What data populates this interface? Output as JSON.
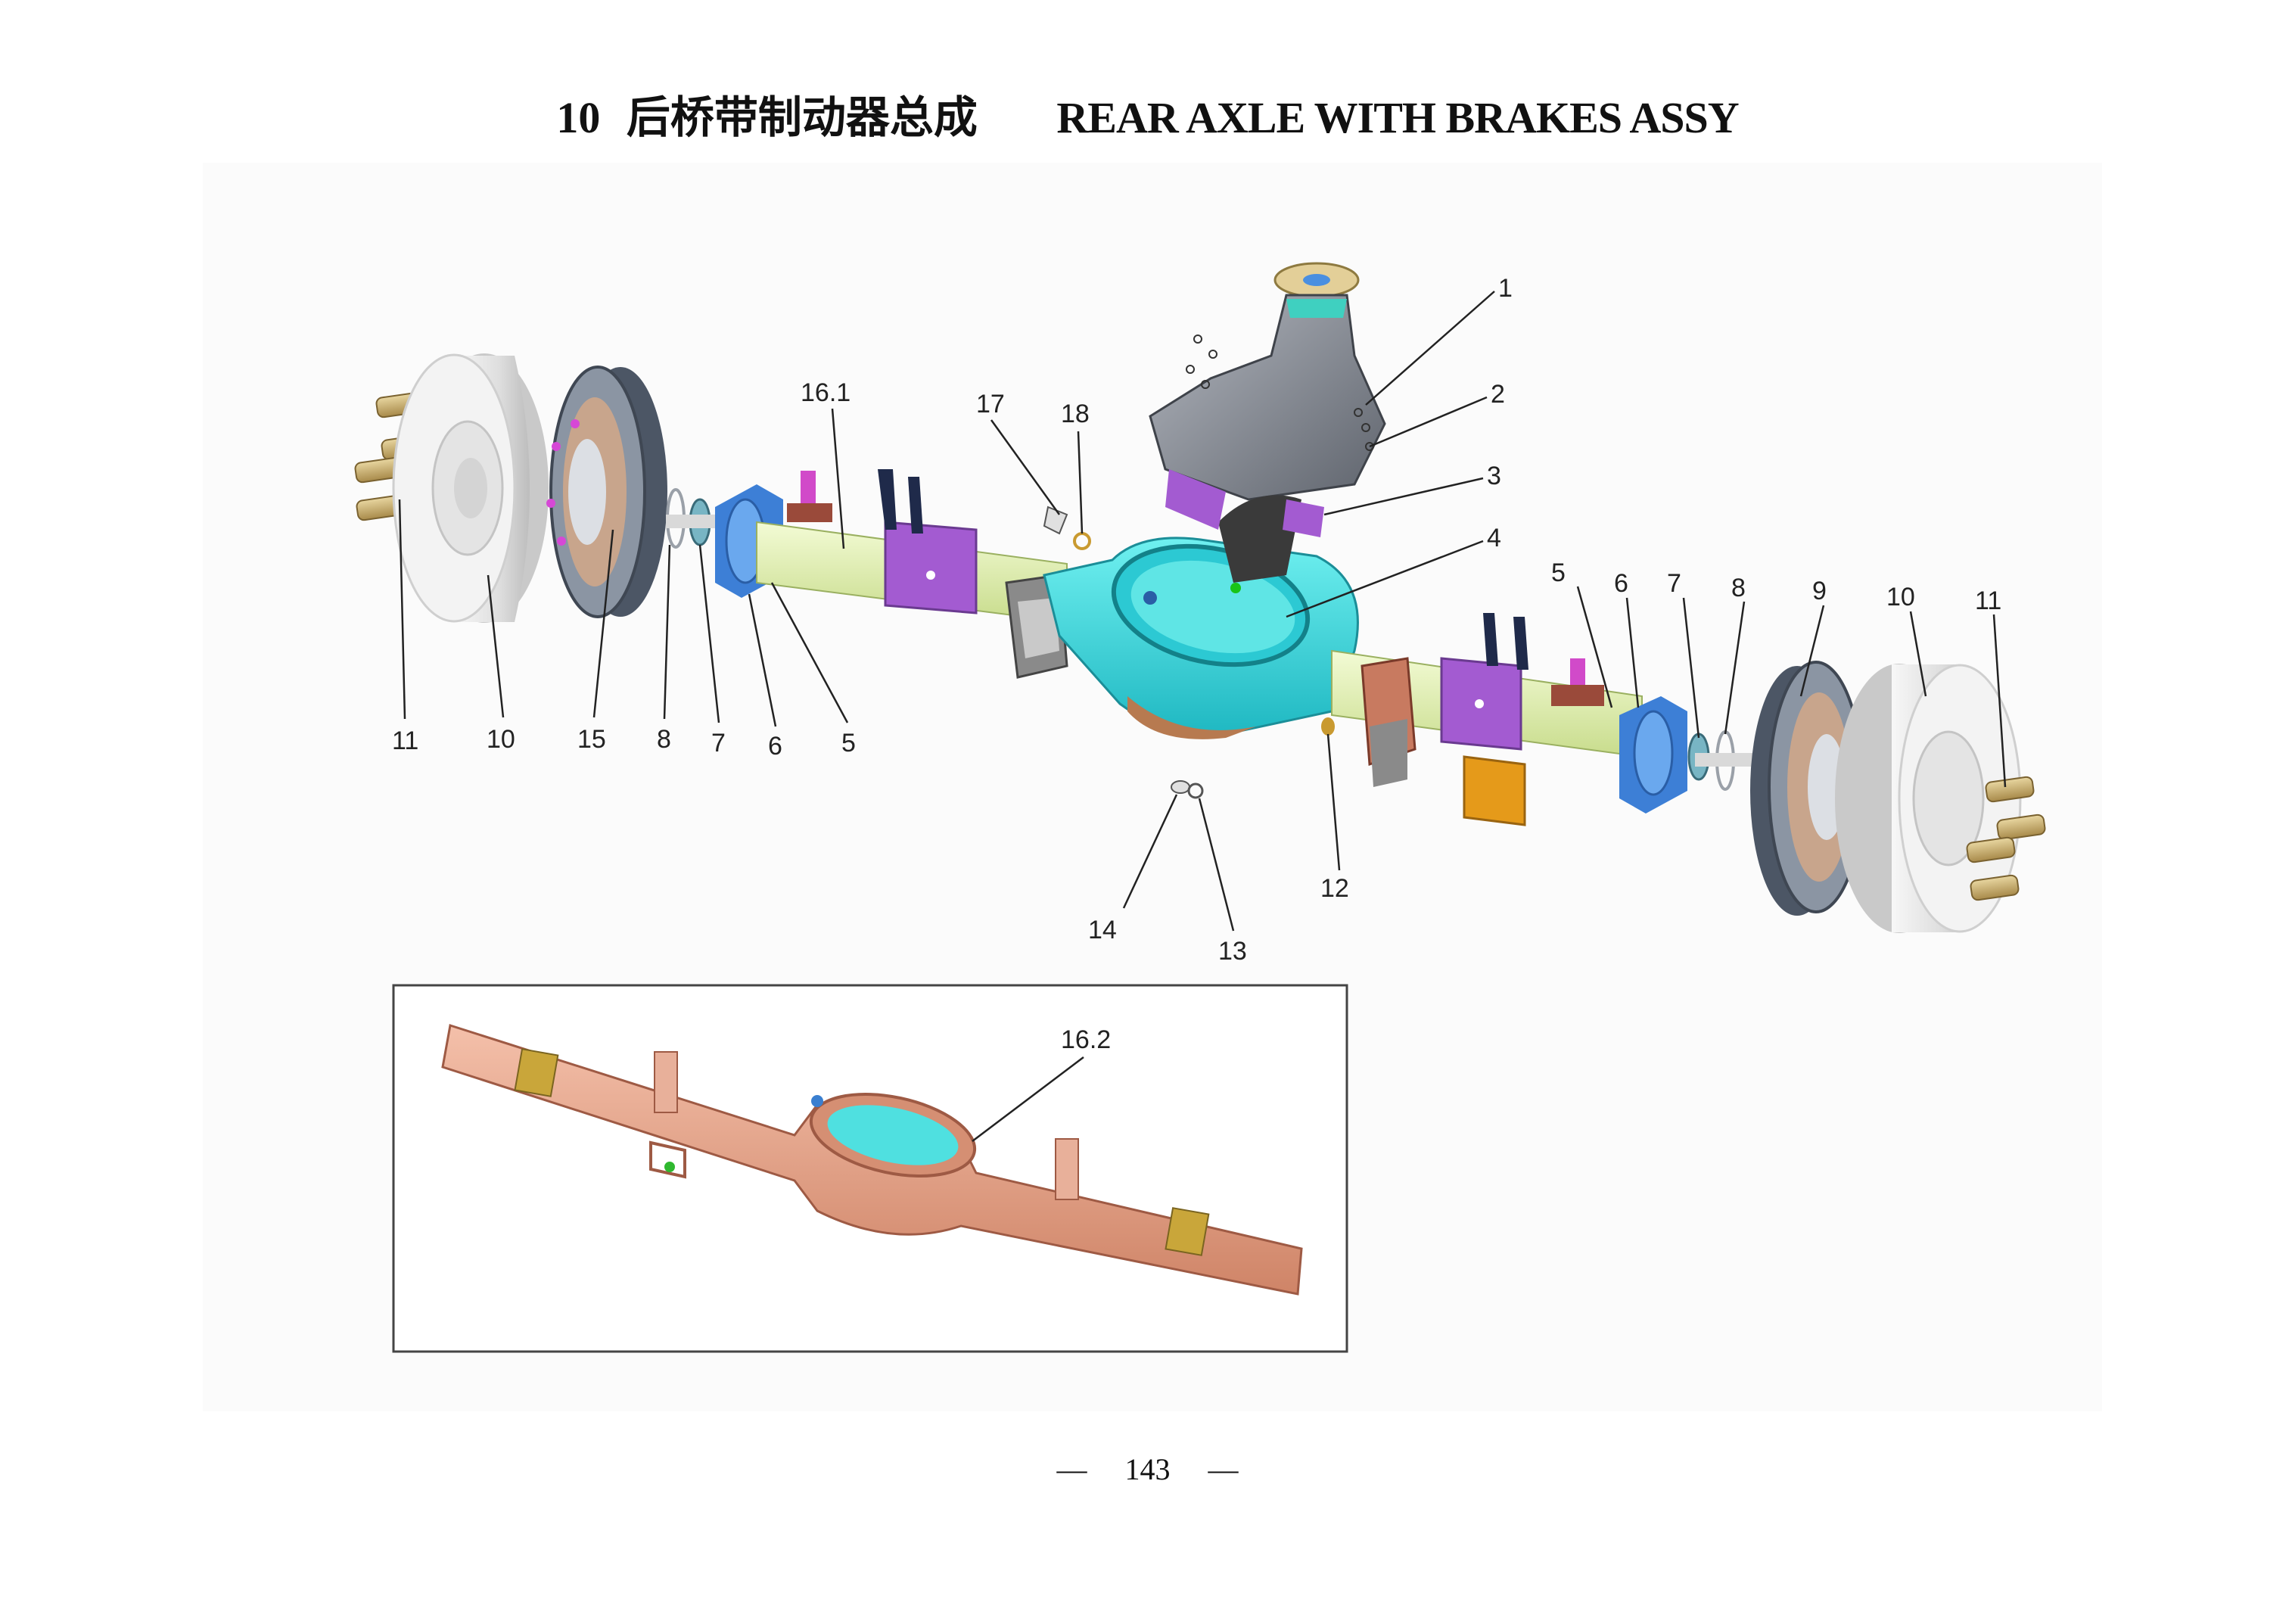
{
  "title": {
    "number": "10",
    "chinese": "后桥带制动器总成",
    "english": "REAR AXLE WITH BRAKES ASSY"
  },
  "callouts": {
    "c1": "1",
    "c2": "2",
    "c3": "3",
    "c4": "4",
    "c5l": "5",
    "c6l": "6",
    "c7l": "7",
    "c8l": "8",
    "c10l": "10",
    "c11l": "11",
    "c15": "15",
    "c16_1": "16.1",
    "c17": "17",
    "c18": "18",
    "c5r": "5",
    "c6r": "6",
    "c7r": "7",
    "c8r": "8",
    "c9": "9",
    "c10r": "10",
    "c11r": "11",
    "c12": "12",
    "c13": "13",
    "c14": "14",
    "c16_2": "16.2"
  },
  "page_number": "143",
  "footer_dash": "—",
  "colors": {
    "housing": "#3fe3e3",
    "tube": "#e6f5b5",
    "bracket": "#a25bd0",
    "hub": "#4a90e0",
    "drum": "#ececec",
    "backing_plate": "#5a6575",
    "carrier": "#8a8f99",
    "inset_housing": "#e8a58a",
    "bolt": "#c9b27a"
  }
}
